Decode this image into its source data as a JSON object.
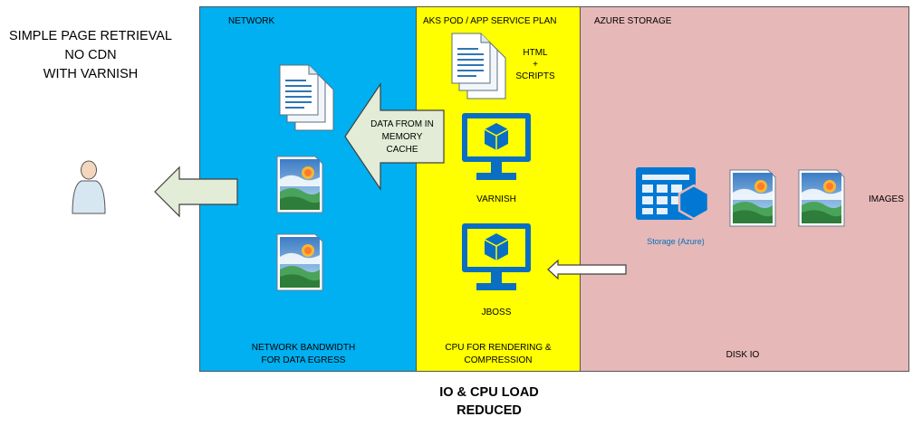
{
  "title_lines": [
    "SIMPLE PAGE RETRIEVAL",
    "NO CDN",
    "WITH VARNISH"
  ],
  "panels": {
    "network": {
      "label": "NETWORK",
      "footer_lines": [
        "NETWORK BANDWIDTH",
        "FOR DATA EGRESS"
      ],
      "color": "#00b0f0"
    },
    "aks": {
      "label": "AKS POD / APP SERVICE PLAN",
      "footer_lines": [
        "CPU FOR RENDERING &",
        "COMPRESSION"
      ],
      "color": "#ffff00"
    },
    "azure": {
      "label": "AZURE STORAGE",
      "footer_lines": [
        "DISK IO"
      ],
      "color": "#e6b8b7"
    }
  },
  "labels": {
    "html_scripts": [
      "HTML",
      "+",
      "SCRIPTS"
    ],
    "varnish": "VARNISH",
    "jboss": "JBOSS",
    "images": "IMAGES",
    "storage": "Storage (Azure)",
    "data_from_cache": [
      "DATA FROM IN",
      "MEMORY",
      "CACHE"
    ]
  },
  "footer_lines": [
    "IO & CPU LOAD",
    "REDUCED"
  ],
  "icons": [
    "user-icon",
    "documents-icon",
    "image-icon",
    "monitor-cube-icon",
    "storage-icon"
  ],
  "colors": {
    "arrow_fill": "#e2ecd6",
    "arrow_stroke": "#404040",
    "azure_blue": "#0078d4"
  }
}
